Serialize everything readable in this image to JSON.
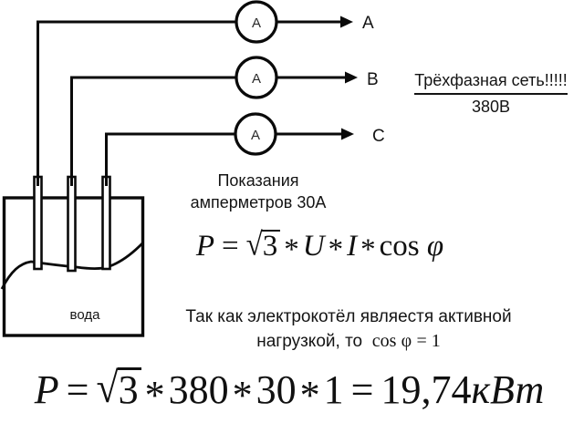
{
  "diagram": {
    "ammeter_label": "А",
    "phase_labels": [
      "А",
      "В",
      "С"
    ],
    "water_label": "вода"
  },
  "network_note": {
    "line1": "Трёхфазная сеть!!!!!",
    "line2": "380В"
  },
  "readings_note": {
    "line1": "Показания",
    "line2": "амперметров 30А"
  },
  "power_formula": {
    "lhs": "P",
    "eq": "=",
    "radical": "√",
    "radicand": "3",
    "star1": "*",
    "u": "U",
    "star2": "*",
    "i": "I",
    "star3": "*",
    "cos": "cos",
    "phi": "φ"
  },
  "load_note": {
    "line1": "Так как электрокотёл являестя активной",
    "line2_prefix": "нагрузкой, то",
    "cos": "cos",
    "phi": "φ",
    "eq_one": "= 1"
  },
  "result_formula": {
    "lhs": "P",
    "eq": "=",
    "radical": "√",
    "radicand": "3",
    "star1": "*",
    "voltage": "380",
    "star2": "*",
    "current": "30",
    "star3": "*",
    "one": "1",
    "eq2": "=",
    "value": "19,74",
    "unit": "кВт"
  },
  "colors": {
    "ink": "#0a0a0a",
    "background": "#ffffff"
  }
}
